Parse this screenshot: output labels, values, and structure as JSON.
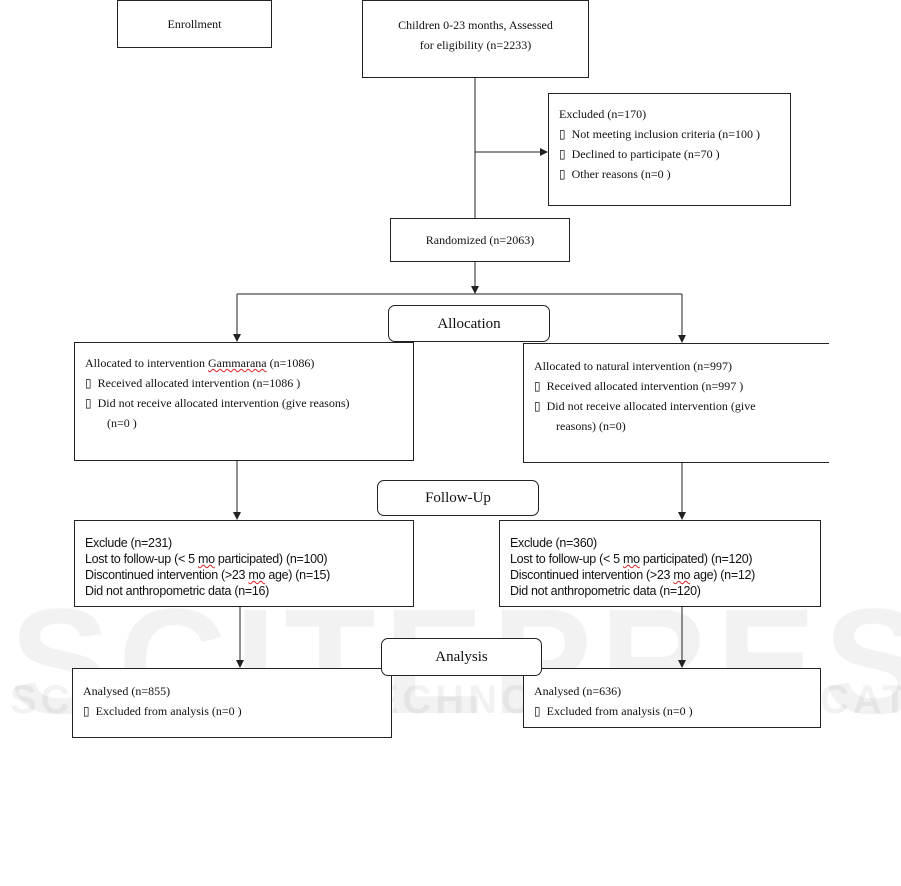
{
  "enrollment": {
    "label": "Enrollment"
  },
  "assessed": {
    "line1": "Children 0-23 months, Assessed",
    "line2": "for eligibility (n=2233)"
  },
  "excluded": {
    "title": "Excluded (n=170)",
    "items": [
      "Not meeting inclusion criteria (n=100 )",
      "Declined to participate (n=70  )",
      "Other reasons (n=0  )"
    ]
  },
  "randomized": {
    "label": "Randomized (n=2063)"
  },
  "stages": {
    "allocation": "Allocation",
    "follow_up": "Follow-Up",
    "analysis": "Analysis"
  },
  "bullet_glyph": "▯",
  "allocation_left": {
    "title_prefix": "Allocated to intervention ",
    "title_word": "Gammarana",
    "title_suffix": " (n=1086)",
    "items": [
      "Received allocated intervention (n=1086  )",
      "Did not receive allocated intervention (give reasons)"
    ],
    "continuation": "(n=0  )"
  },
  "allocation_right": {
    "title": "Allocated to natural intervention (n=997)",
    "items": [
      "Received allocated intervention (n=997  )",
      "Did not receive allocated intervention (give"
    ],
    "continuation": "reasons) (n=0)"
  },
  "followup_left": {
    "title": "Exclude (n=231)",
    "lost_prefix": "Lost to follow-up (< 5 ",
    "lost_mo": "mo",
    "lost_suffix": " participated) (n=100)",
    "disc_prefix": "Discontinued intervention (>23 ",
    "disc_mo": "mo",
    "disc_suffix": " age) (n=15)",
    "anthro": "Did not anthropometric data (n=16)"
  },
  "followup_right": {
    "title": "Exclude (n=360)",
    "lost_prefix": "Lost to follow-up (< 5 ",
    "lost_mo": "mo",
    "lost_suffix": " participated) (n=120)",
    "disc_prefix": "Discontinued intervention (>23 ",
    "disc_mo": "mo",
    "disc_suffix": " age) (n=12)",
    "anthro": "Did not anthropometric data (n=120)"
  },
  "analysis_left": {
    "title": "Analysed (n=855)",
    "item": "Excluded from analysis (n=0  )"
  },
  "analysis_right": {
    "title": "Analysed (n=636)",
    "item": "Excluded from analysis (n=0  )"
  },
  "watermark": {
    "line1": "SCITEPRESS",
    "line2": "SCIENCE AND TECHNOLOGY PUBLICATIONS"
  },
  "colors": {
    "line": "#222222",
    "spellcheck": "#dd2222"
  }
}
